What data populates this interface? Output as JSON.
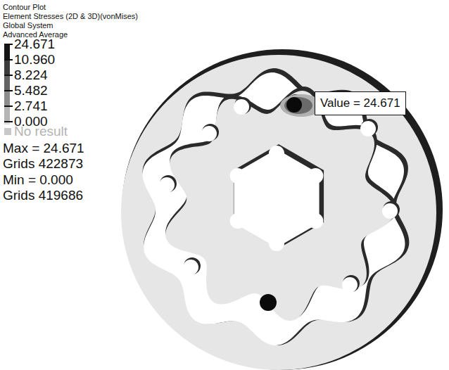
{
  "diagram": {
    "nodes": [
      {
        "text": [
          "Value = 24.671"
        ]
      }
    ],
    "labels": [
      "Contour Plot",
      "Element Stresses (2D & 3D)(vonMises)",
      "Global System",
      "Advanced Average",
      "Max = 24.671",
      "Grids 422873",
      "Min = 0.000",
      "Grids 419686"
    ],
    "legend": [
      {
        "text": "24.671",
        "color": "#141414"
      },
      {
        "text": "10.960",
        "color": "#3c3c3c"
      },
      {
        "text": "8.224",
        "color": "#646464"
      },
      {
        "text": "5.482",
        "color": "#8c8c8c"
      },
      {
        "text": "2.741",
        "color": "#b4b4b4"
      },
      {
        "text": "0.000",
        "color": "#dcdcdc"
      },
      {
        "text": "No result",
        "color": "#c8c8c8"
      }
    ]
  }
}
